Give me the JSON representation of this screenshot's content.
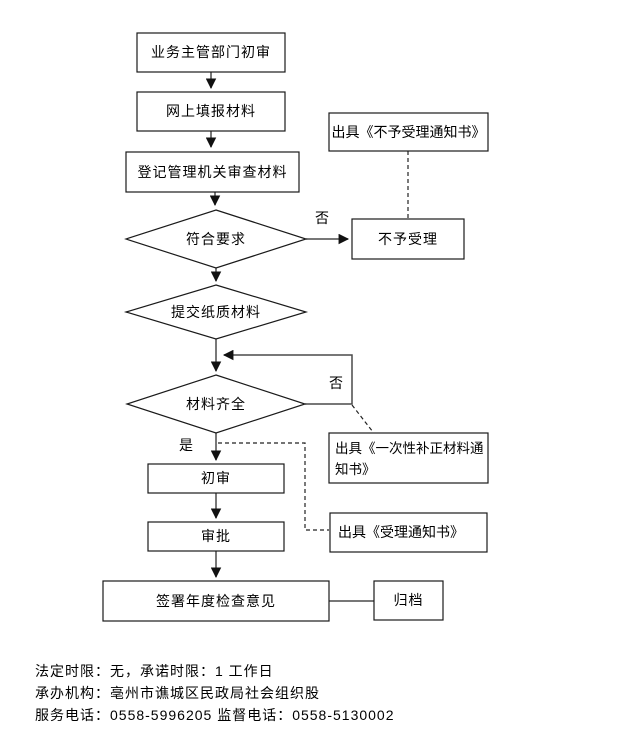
{
  "colors": {
    "ink": "#000000",
    "connector": "#4a4a4a",
    "background": "#ffffff"
  },
  "flowchart": {
    "nodes": {
      "dept_initial_review": "业务主管部门初审",
      "online_fill_materials": "网上填报材料",
      "registry_examine_materials": "登记管理机关审查材料",
      "meets_requirements": "符合要求",
      "not_accepted": "不予受理",
      "issue_notice_not_accepted": "出具《不予受理通知书》",
      "submit_paper_materials": "提交纸质材料",
      "materials_complete": "材料齐全",
      "issue_notice_supplement": "出具《一次性补正材料通知书》",
      "initial_review": "初审",
      "approval": "审批",
      "issue_notice_accepted": "出具《受理通知书》",
      "sign_annual_inspection_opinion": "签署年度检查意见",
      "archive": "归档"
    },
    "branch_labels": {
      "no_meets": "否",
      "no_complete": "否",
      "yes_complete": "是"
    }
  },
  "footer": {
    "line1": "法定时限：无，承诺时限：1 工作日",
    "line2": "承办机构：亳州市谯城区民政局社会组织股",
    "line3": "服务电话：0558-5996205  监督电话：0558-5130002"
  }
}
